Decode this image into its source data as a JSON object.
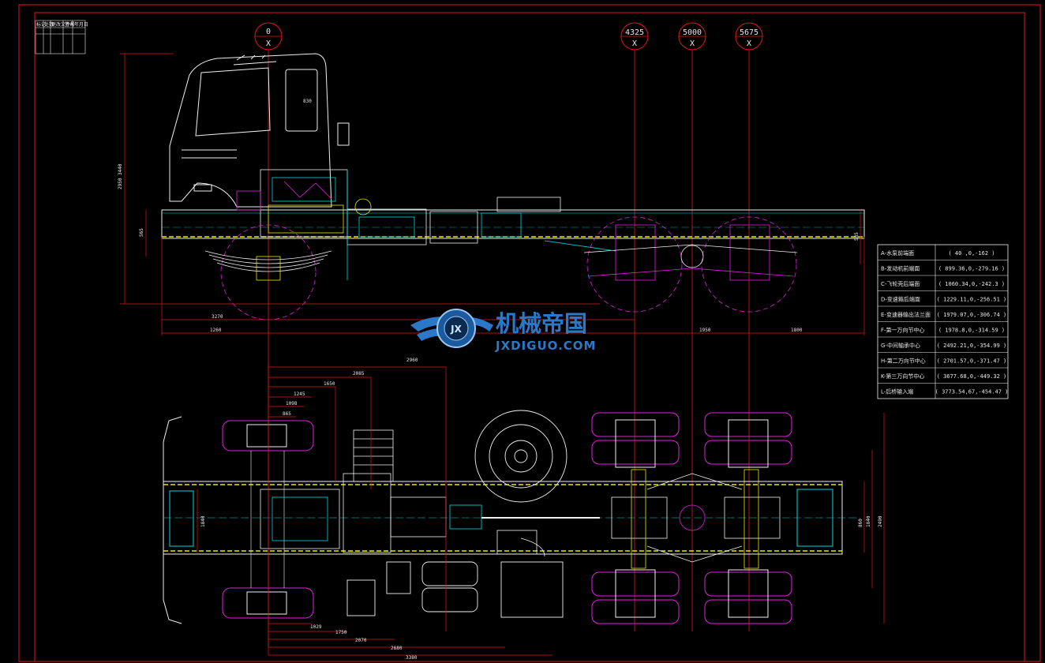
{
  "drawing": {
    "balloons": [
      {
        "top": "0",
        "bottom": "X"
      },
      {
        "top": "4325",
        "bottom": "X"
      },
      {
        "top": "5000",
        "bottom": "X"
      },
      {
        "top": "5675",
        "bottom": "X"
      }
    ],
    "side_view_dims": {
      "cab_height": "2950 3440",
      "frame_left": "565",
      "frame_right": "585",
      "top_small": "830",
      "axle1": "3270",
      "overall": "1260",
      "mid": "1950",
      "rear": "1800"
    },
    "top_view_dims": {
      "runs": [
        "2960",
        "2085",
        "1650",
        "1245",
        "1098",
        "865"
      ],
      "bottom_runs": [
        "1029",
        "1750",
        "2070",
        "2680",
        "3380"
      ],
      "right_dims": [
        "860",
        "1840",
        "2490"
      ],
      "front_width": "1840"
    }
  },
  "points_table": {
    "rows": [
      {
        "name": "A-水泵前端面",
        "coords": "( 40 ,0,-162 )"
      },
      {
        "name": "B-发动机前端面",
        "coords": "( 899.36,0,-279.16 )"
      },
      {
        "name": "C-飞轮壳后端面",
        "coords": "( 1060.34,0,-242.3 )"
      },
      {
        "name": "D-变速箱后端面",
        "coords": "( 1229.11,0,-256.51 )"
      },
      {
        "name": "E-变速器输出法兰面",
        "coords": "( 1979.07,0,-306.74 )"
      },
      {
        "name": "F-第一万向节中心",
        "coords": "( 1978.8,0,-314.59 )"
      },
      {
        "name": "G-中间轴承中心",
        "coords": "( 2492.21,0,-354.99 )"
      },
      {
        "name": "H-第二万向节中心",
        "coords": "( 2701.57,0,-371.47 )"
      },
      {
        "name": "K-第三万向节中心",
        "coords": "( 3677.68,0,-449.32 )"
      },
      {
        "name": "L-后桥输入端",
        "coords": "( 3773.54,67,-454.47 )"
      }
    ]
  },
  "title_block": {
    "cells": [
      "标记",
      "处数",
      "分区",
      "更改文件号",
      "签名",
      "年月日"
    ]
  },
  "watermark": {
    "badge": "JX",
    "text_cn": "机械帝国",
    "text_en": "JXDIGUO.COM"
  },
  "colors": {
    "frame": "#e01818",
    "yellow": "#e8e800",
    "magenta": "#e020e0",
    "cyan": "#00d8e0",
    "white": "#f0f0f0",
    "logo_blue": "#2b78c8"
  }
}
